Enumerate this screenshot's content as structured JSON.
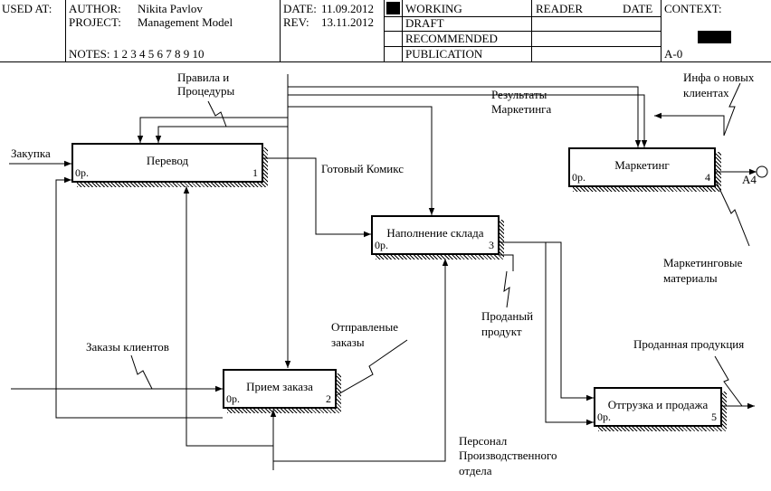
{
  "header": {
    "used_at": "USED AT:",
    "author_label": "AUTHOR:",
    "author": "Nikita Pavlov",
    "project_label": "PROJECT:",
    "project": "Management Model",
    "notes": "NOTES:  1  2  3  4  5  6  7  8  9  10",
    "date_label": "DATE:",
    "date": "11.09.2012",
    "rev_label": "REV:",
    "rev": "13.11.2012",
    "status": [
      "WORKING",
      "DRAFT",
      "RECOMMENDED",
      "PUBLICATION"
    ],
    "reader": "READER",
    "date2": "DATE",
    "context": "CONTEXT:",
    "node": "A-0"
  },
  "boxes": [
    {
      "title": "Перевод",
      "cost": "0р.",
      "number": "1"
    },
    {
      "title": "Прием заказа",
      "cost": "0р.",
      "number": "2"
    },
    {
      "title": "Наполнение склада",
      "cost": "0р.",
      "number": "3"
    },
    {
      "title": "Маркетинг",
      "cost": "0р.",
      "number": "4"
    },
    {
      "title": "Отгрузка и продажа",
      "cost": "0р.",
      "number": "5"
    }
  ],
  "labels": {
    "zakupka": "Закупка",
    "pravila_1": "Правила и",
    "pravila_2": "Процедуры",
    "results_1": "Результаты",
    "results_2": "Маркетинга",
    "info_1": "Инфа о новых",
    "info_2": "клиентах",
    "gotovy": "Готовый Комикс",
    "zakazy": "Заказы клиентов",
    "otpravl_1": "Отправленые",
    "otpravl_2": "заказы",
    "prodany_1": "Проданый",
    "prodany_2": "продукт",
    "mat_1": "Маркетинговые",
    "mat_2": "материалы",
    "prodannaya": "Проданная продукция",
    "personal_1": "Персонал",
    "personal_2": "Производственного",
    "personal_3": "отдела",
    "a4": "A4"
  }
}
